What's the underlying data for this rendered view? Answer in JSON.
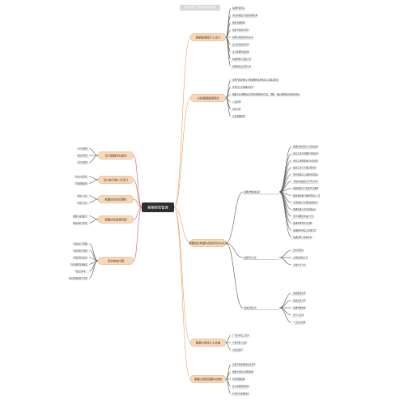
{
  "watermark": "喜欢点赞，转载请标明来源",
  "central": "薪酬绩效管理",
  "colors": {
    "central_fill": "#2f2f2f",
    "branch_fill": "#f6d9bd",
    "branch_stroke": "#e0a070",
    "line_right": "#e8a060",
    "line_left": "#c06060",
    "leaf_line": "#555555"
  },
  "right": [
    {
      "label": "薪酬管理是什么设计",
      "leaves": [
        "薪酬管理目标",
        "通过薪酬设计搭建薪酬结构",
        "确定薪酬策略",
        "绩效考核体系评价",
        "薪酬与绩效挂钩的关系",
        "设计岗位级别序列",
        "设计薪酬等级层级",
        "薪酬调整与激励方式",
        "薪酬满意度调查分析"
      ]
    },
    {
      "label": "分析薪酬管理现状",
      "leaves": [
        "调查内部薪酬与市场薪酬的差距和员工满意度情况",
        "查找员工对薪酬的意见",
        "根据企业战略制定合理的薪酬体系方案，明确、保证薪酬体系的激励作用",
        "人员结构",
        "岗位分析",
        "分析薪酬管理"
      ]
    },
    {
      "label": "薪酬体系构建与绩效评估与方法",
      "sub": [
        {
          "label": "薪酬结构组成设计",
          "leaves": [
            "薪酬的组成部分与结构比例",
            "基本工资占薪酬的主要比重",
            "岗位工资依据岗位价值评估",
            "绩效工资与考核结果挂钩",
            "奖金激励员工超额完成目标",
            "津贴补贴根据工作环境条件",
            "福利保障员工基本生活需要",
            "股权激励吸引和留住核心人才",
            "长期激励与短期激励相结合",
            "薪酬等级与晋升通道设计",
            "宽带薪酬结构设计方法",
            "薪酬调整机制与周期",
            "薪酬保密制度与沟通方式",
            "薪酬预算与成本控制"
          ]
        },
        {
          "label": "绩效评估方法",
          "leaves": [
            "目标管理法",
            "关键绩效指标法",
            "平衡计分卡法"
          ]
        },
        {
          "label": "绩效结果应用",
          "leaves": [
            "绩效面谈反馈",
            "绩效改进计划",
            "薪酬调整依据",
            "晋升与培训",
            "人员优化调整"
          ]
        }
      ]
    },
    {
      "label": "薪酬方案设计与实施",
      "leaves": [
        "广泛征求员工意见",
        "方案审批与发布",
        "方案试运行"
      ]
    },
    {
      "label": "薪酬方案的调整与控制",
      "leaves": [
        "定期开展薪酬满意度调查",
        "根据市场变化调整薪酬",
        "控制薪酬总额",
        "建立薪酬预警机制",
        "持续优化薪酬体系"
      ]
    }
  ],
  "left": [
    {
      "label": "设计薪酬体系原则",
      "leaves": [
        "公平性原则",
        "激励性原则",
        "竞争性原则"
      ]
    },
    {
      "label": "设计者不懂人员设计",
      "leaves": [
        "岗位价值评估",
        "市场薪酬调查"
      ]
    },
    {
      "label": "薪酬体系的合理性",
      "leaves": [
        "内部公平性",
        "外部竞争性"
      ]
    },
    {
      "label": "薪酬体系管理问题",
      "leaves": [
        "薪酬与绩效脱节",
        "激励效果不明显"
      ]
    },
    {
      "label": "绩效考核问题",
      "leaves": [
        "考核指标不明确",
        "考核流程不规范",
        "考核结果未应用",
        "缺乏绩效沟通反馈",
        "考核主体单一",
        "考核周期设置不合理"
      ]
    }
  ]
}
